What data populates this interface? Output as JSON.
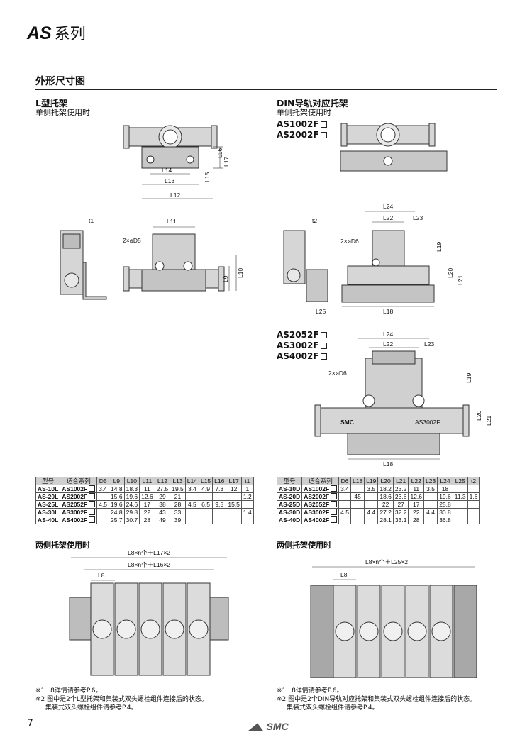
{
  "header": {
    "series_prefix": "AS",
    "series_suffix": "系列"
  },
  "section": {
    "title": "外形尺寸图"
  },
  "left": {
    "title": "L型托架",
    "subtitle": "单侧托架使用时",
    "fig_top_labels": [
      "L16",
      "L17",
      "L14",
      "L15",
      "L13",
      "L12"
    ],
    "fig_mid_labels": [
      "t1",
      "L11",
      "2×øD5",
      "L9",
      "L10"
    ],
    "table": {
      "headers": [
        "型号",
        "适合系列",
        "D5",
        "L9",
        "L10",
        "L11",
        "L12",
        "L13",
        "L14",
        "L15",
        "L16",
        "L17",
        "t1"
      ],
      "rows": [
        [
          "AS-10L",
          "AS1002F",
          "3.4",
          "14.8",
          "18.3",
          "11",
          "27.5",
          "19.5",
          "3.4",
          "4.9",
          "7.3",
          "12",
          "1"
        ],
        [
          "AS-20L",
          "AS2002F",
          "",
          "15.6",
          "19.6",
          "12.6",
          "29",
          "21",
          "",
          "",
          "",
          "",
          "1.2"
        ],
        [
          "AS-25L",
          "AS2052F",
          "4.5",
          "19.6",
          "24.6",
          "17",
          "38",
          "28",
          "4.5",
          "6.5",
          "9.5",
          "15.5",
          ""
        ],
        [
          "AS-30L",
          "AS3002F",
          "",
          "24.8",
          "29.8",
          "22",
          "43",
          "33",
          "",
          "",
          "",
          "",
          "1.4"
        ],
        [
          "AS-40L",
          "AS4002F",
          "",
          "25.7",
          "30.7",
          "28",
          "49",
          "39",
          "",
          "",
          "",
          "",
          ""
        ]
      ]
    },
    "both_title": "两侧托架使用时",
    "both_labels": [
      "L8×n个＋L17×2",
      "L8×n个＋L16×2",
      "L8"
    ]
  },
  "right": {
    "title": "DIN导轨对应托架",
    "subtitle": "单侧托架使用时",
    "models_a": [
      "AS1002F",
      "AS2002F"
    ],
    "models_b": [
      "AS2052F",
      "AS3002F",
      "AS4002F"
    ],
    "fig_mid_labels": [
      "L24",
      "L22",
      "L23",
      "t2",
      "2×øD6",
      "L19",
      "L20",
      "L21",
      "L25",
      "L18"
    ],
    "fig_big_labels": [
      "L24",
      "L22",
      "L23",
      "2×øD6",
      "L19",
      "L20",
      "L21",
      "L18",
      "SMC",
      "AS3002F"
    ],
    "table": {
      "headers": [
        "型号",
        "适合系列",
        "D6",
        "L18",
        "L19",
        "L20",
        "L21",
        "L22",
        "L23",
        "L24",
        "L25",
        "t2"
      ],
      "rows": [
        [
          "AS-10D",
          "AS1002F",
          "3.4",
          "",
          "3.5",
          "18.2",
          "23.2",
          "11",
          "3.5",
          "18",
          "",
          ""
        ],
        [
          "AS-20D",
          "AS2002F",
          "",
          "45",
          "",
          "18.6",
          "23.6",
          "12.6",
          "",
          "19.6",
          "11.3",
          "1.6"
        ],
        [
          "AS-25D",
          "AS2052F",
          "",
          "",
          "",
          "22",
          "27",
          "17",
          "",
          "25.8",
          "",
          ""
        ],
        [
          "AS-30D",
          "AS3002F",
          "4.5",
          "",
          "4.4",
          "27.2",
          "32.2",
          "22",
          "4.4",
          "30.8",
          "",
          ""
        ],
        [
          "AS-40D",
          "AS4002F",
          "",
          "",
          "",
          "28.1",
          "33.1",
          "28",
          "",
          "36.8",
          "",
          ""
        ]
      ]
    },
    "both_title": "两侧托架使用时",
    "both_labels": [
      "L8×n个＋L25×2",
      "L8"
    ]
  },
  "notes_left": [
    "※1 L8详情请参考P.6。",
    "※2 图中是2个L型托架和集装式双头螺栓组件连接后的状态。",
    "集装式双头螺栓组件请参考P.4。"
  ],
  "notes_right": [
    "※1 L8详情请参考P.6。",
    "※2 图中是2个DIN导轨对应托架和集装式双头螺栓组件连接后的状态。",
    "集装式双头螺栓组件请参考P.4。"
  ],
  "footer": {
    "page": "7",
    "logo": "SMC"
  }
}
